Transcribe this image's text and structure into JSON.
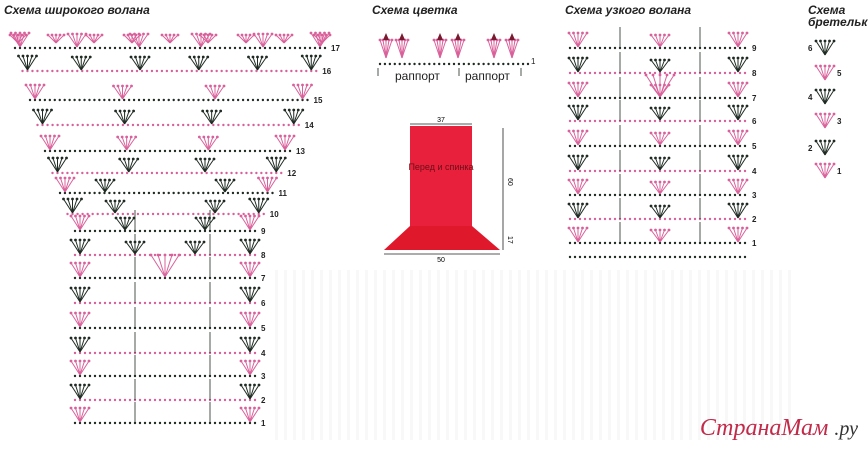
{
  "titles": {
    "wide_flounce": "Схема широкого волана",
    "flower": "Схема цветка",
    "narrow_flounce": "Схема узкого волана",
    "strap": "Схема бретельки"
  },
  "flower": {
    "repeat_labels": [
      "раппорт",
      "раппорт"
    ],
    "row_number": "1"
  },
  "pattern_shape": {
    "label": "Перед и спинка",
    "top_width": "37",
    "height": "60",
    "flare_height": "17",
    "bottom_width": "50",
    "fill_color": "#e8203c"
  },
  "wide_flounce": {
    "rows": [
      "1",
      "2",
      "3",
      "4",
      "5",
      "6",
      "7",
      "8",
      "9",
      "10",
      "11",
      "12",
      "13",
      "14",
      "15",
      "16",
      "17"
    ]
  },
  "narrow_flounce": {
    "rows": [
      "1",
      "2",
      "3",
      "4",
      "5",
      "6",
      "7",
      "8",
      "9"
    ]
  },
  "strap": {
    "rows": [
      "1",
      "2",
      "3",
      "4",
      "5",
      "6"
    ]
  },
  "colors": {
    "pink": "#d9609a",
    "dark": "#1e2a22"
  },
  "watermark": {
    "brand": "СтранаМам",
    "suffix": ".ру"
  }
}
